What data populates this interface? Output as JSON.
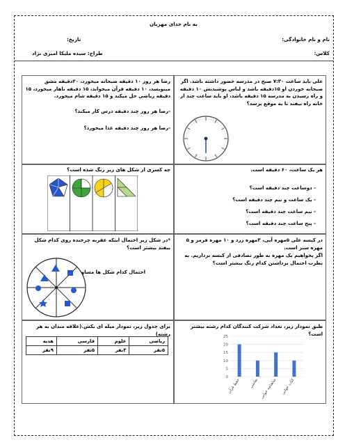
{
  "header": {
    "title": "به نام خدای مهربان",
    "name_label": "نام و نام خانوادگی:",
    "date_label": "تاریخ:",
    "class_label": "کلاس:",
    "designer_label": "طراح: سیده ملیکا امیری نژاد"
  },
  "q1": {
    "text": "علی باید ساعت ۷:۳۰ صبح در مدرسه حضور داشته باشد. اگر صبحانه خوردن او ۱۵دقیقه باشد و لباس پوشیدنش ۱۰ دقیقه و راه رسیدن به مدرسه ۱۵ دقیقه باشد، او باید ساعت چند از خانه راه بیفتد تا به موقع برسد؟"
  },
  "q2": {
    "text": "رضا هر روز ۱۰ دقیقه صبحانه میخورد، ۲۰دقیقه مشق مینویسد، ۱۰ دقیقه قرآن میخواند، ۱۵ دقیقه ناهار میخورد، ۱۵ دقیقه ریاضی حل میکند و ۱۵ دقیقه شام میخورد.",
    "q_a": "-رضا هر روز چند دقیقه درس کار میکند؟",
    "q_b": "-رضا هر روز چند دقیقه غذا میخورد؟"
  },
  "q3": {
    "intro": "هر یک ساعت، ۶۰ دقیقه است.",
    "items": [
      "- دوساعت چند دقیقه است؟",
      "- یک ساعت و نیم چند دقیقه است؟",
      "- نیم ساعت چند دقیقه است؟",
      "- پنج ساعت چند دقیقه است؟"
    ]
  },
  "q4": {
    "text": "چه کسری از شکل های زیر رنگ شده است؟"
  },
  "q5": {
    "text": "در کیسه علی ۵مهره آبی، ۳مهره زرد و ۱۰ مهره قرمز و ۵ مهره سبز است.",
    "text2": "اگر بخواهیم یک مهره به طور تصادفی از کیسه برداریم. به نظرت احتمال برداشتن کدام رنگ بیشتر است؟"
  },
  "q6": {
    "text": "*در شکل زیر احتمال اینکه عقربه چرخنده روی کدام شکل بیفتد بیشتر است؟",
    "text2": "احتمال کدام شکل ها مساوی است؟"
  },
  "q7": {
    "text": "طبق نمودار زیر، تعداد شرکت کنندگان کدام رشته بیشتر است؟",
    "chart_data": {
      "type": "bar",
      "categories": [
        "حفظ قرآن",
        "نقاشی",
        "شاهنامه خوانی",
        "کتاب خوانی"
      ],
      "values": [
        20,
        10,
        15,
        10
      ],
      "ylim": [
        0,
        25
      ],
      "yticks": [
        0,
        5,
        10,
        15,
        20,
        25
      ],
      "color": "#4472c4"
    }
  },
  "q8": {
    "text": "برای جدول زیر، نمودار میله ای بکش.(علاقه مندان به هر رشته)",
    "headers": [
      "ریاضی",
      "علوم",
      "فارسی",
      "هدیه"
    ],
    "values": [
      "۵نفر",
      "۳نفر",
      "۵نفر",
      "۹نفر"
    ]
  },
  "colors": {
    "blue": "#2757c9",
    "green": "#3fa43a",
    "yellow": "#f6d21a",
    "lightgreen": "#b6d98a"
  }
}
